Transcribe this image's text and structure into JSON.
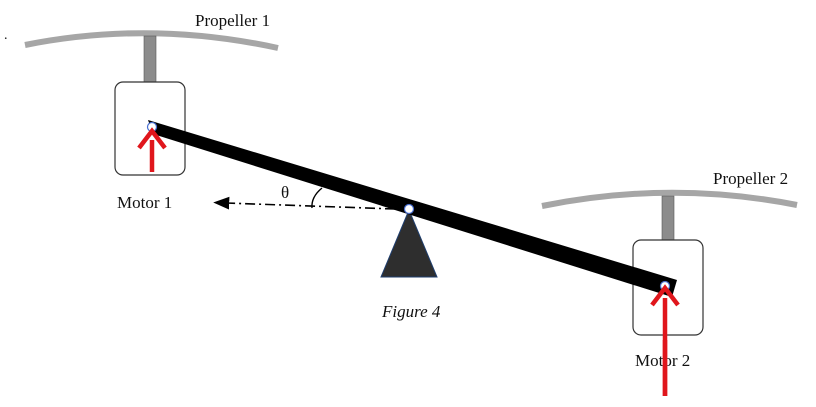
{
  "labels": {
    "propeller_1": "Propeller 1",
    "propeller_2": "Propeller 2",
    "motor_1": "Motor 1",
    "motor_2": "Motor 2",
    "angle": "θ",
    "figure_caption": "Figure 4",
    "stray_mark": "."
  },
  "colors": {
    "propeller": "#a6a6a6",
    "propeller_shaft": "#8c8c8c",
    "motor_housing_stroke": "#333333",
    "beam": "#000000",
    "fulcrum": "#2e2e2e",
    "thrust_arrow": "#e0161c",
    "pivot_dot": "#ffffff",
    "pivot_dot_stroke": "#4a6fd0",
    "reference_line": "#000000"
  },
  "icons": {
    "thrust_arrow_1": "up-arrow",
    "thrust_arrow_2": "up-arrow",
    "fulcrum": "triangle",
    "reference_direction": "left-arrow"
  }
}
